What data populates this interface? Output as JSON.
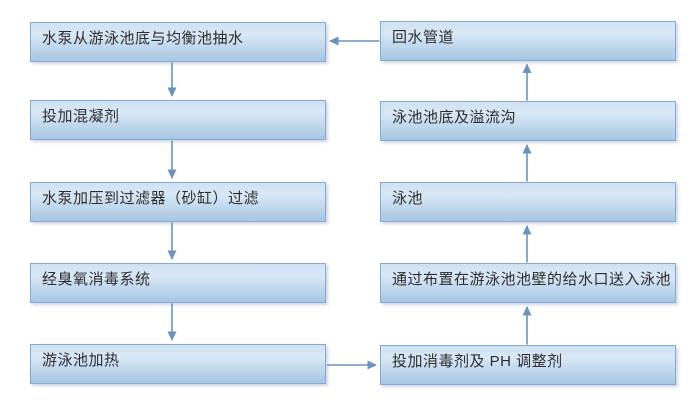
{
  "flowchart": {
    "left_column": [
      "水泵从游泳池底与均衡池抽水",
      "投加混凝剂",
      "水泵加压到过滤器（砂缸）过滤",
      "经臭氧消毒系统",
      "游泳池加热"
    ],
    "right_column": [
      "回水管道",
      "泳池池底及溢流沟",
      "泳池",
      "通过布置在游泳池池壁的给水口送入泳池",
      "投加消毒剂及 PH 调整剂"
    ],
    "edges": [
      {
        "from": "水泵从游泳池底与均衡池抽水",
        "to": "投加混凝剂",
        "direction": "down"
      },
      {
        "from": "投加混凝剂",
        "to": "水泵加压到过滤器（砂缸）过滤",
        "direction": "down"
      },
      {
        "from": "水泵加压到过滤器（砂缸）过滤",
        "to": "经臭氧消毒系统",
        "direction": "down"
      },
      {
        "from": "经臭氧消毒系统",
        "to": "游泳池加热",
        "direction": "down"
      },
      {
        "from": "游泳池加热",
        "to": "投加消毒剂及 PH 调整剂",
        "direction": "right"
      },
      {
        "from": "投加消毒剂及 PH 调整剂",
        "to": "通过布置在游泳池池壁的给水口送入泳池",
        "direction": "up"
      },
      {
        "from": "通过布置在游泳池池壁的给水口送入泳池",
        "to": "泳池",
        "direction": "up"
      },
      {
        "from": "泳池",
        "to": "泳池池底及溢流沟",
        "direction": "up"
      },
      {
        "from": "泳池池底及溢流沟",
        "to": "回水管道",
        "direction": "up"
      },
      {
        "from": "回水管道",
        "to": "水泵从游泳池底与均衡池抽水",
        "direction": "left"
      }
    ],
    "colors": {
      "box_fill_top": "#d9e7f5",
      "box_fill_bottom": "#a8c5e2",
      "box_border": "#86aacf",
      "arrow": "#6d92bd",
      "text": "#2d2d2d",
      "background": "#ffffff"
    }
  }
}
